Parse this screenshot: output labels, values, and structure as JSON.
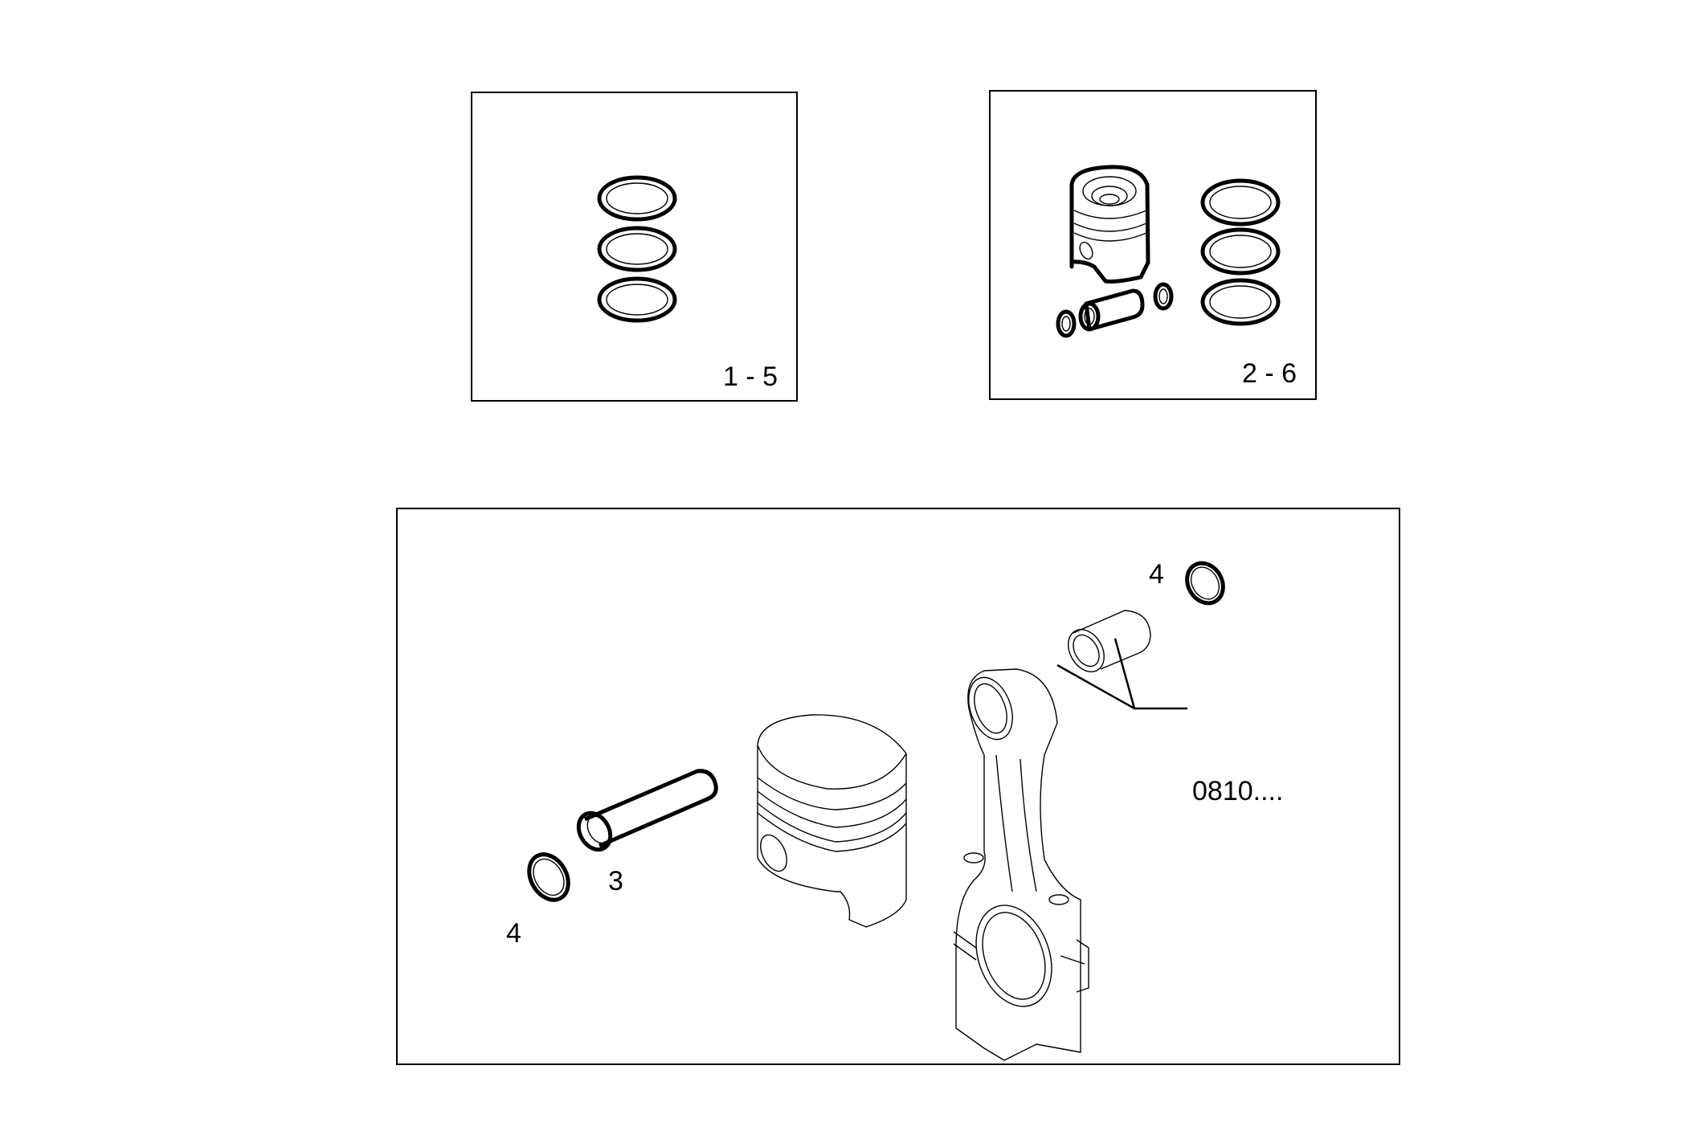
{
  "diagram": {
    "type": "exploded parts diagram",
    "subject": "piston, rings, pin and connecting rod assembly",
    "theme": {
      "stroke": "#000000",
      "background": "#ffffff"
    }
  },
  "panels": [
    {
      "id": "kit-rings",
      "label": "1 - 5",
      "contents": [
        "piston-ring-top",
        "piston-ring-middle",
        "piston-ring-bottom"
      ]
    },
    {
      "id": "kit-piston",
      "label": "2 - 6",
      "contents": [
        "piston",
        "piston-pin",
        "circlip-left",
        "circlip-right",
        "piston-ring-top",
        "piston-ring-middle",
        "piston-ring-bottom"
      ]
    },
    {
      "id": "main-assembly",
      "callouts": [
        {
          "id": "circlip-top",
          "label": "4"
        },
        {
          "id": "piston-pin",
          "label": "3"
        },
        {
          "id": "circlip-bottom",
          "label": "4"
        },
        {
          "id": "conrod-bushing",
          "label": "0810...."
        }
      ]
    }
  ]
}
